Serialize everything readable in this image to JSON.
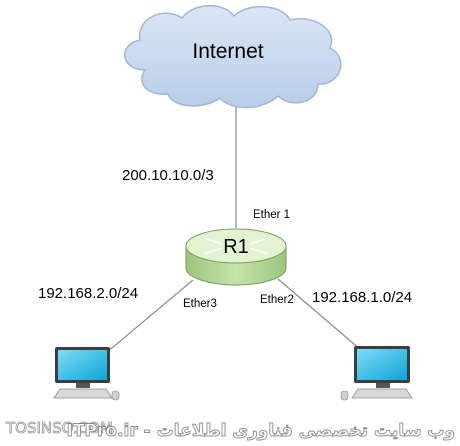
{
  "diagram": {
    "cloud_label": "Internet",
    "wan_subnet": "200.10.10.0/3",
    "router": {
      "name": "R1",
      "wan_interface": "Ether 1",
      "left_interface": "Ether3",
      "right_interface": "Ether2"
    },
    "left_lan_subnet": "192.168.2.0/24",
    "right_lan_subnet": "192.168.1.0/24"
  },
  "watermark": {
    "left": "TOSINSO.COM",
    "right": "ITPro.ir - وب سایت تخصصی فناوری اطلاعات"
  },
  "colors": {
    "cloud_fill": "#c9d9ef",
    "cloud_stroke": "#9fb7d9",
    "router_top": "#d8efc2",
    "router_side": "#a9d18e",
    "router_stroke": "#7aa05a",
    "link": "#8a8a8a",
    "screen": "#18b8e8"
  }
}
